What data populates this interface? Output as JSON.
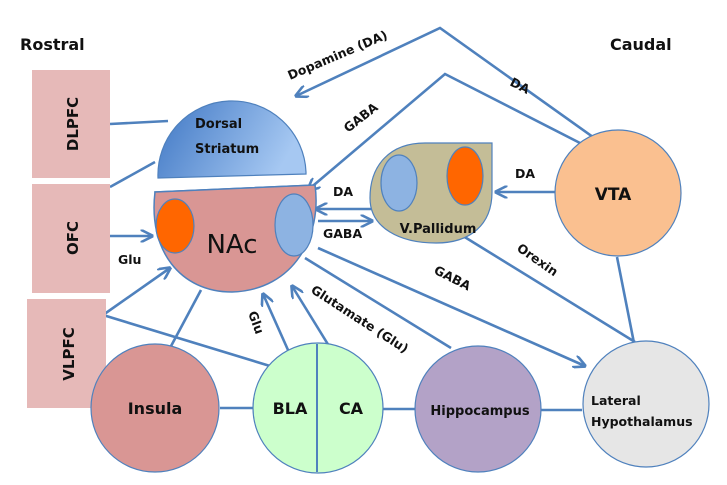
{
  "orientation": {
    "left": "Rostral",
    "right": "Caudal"
  },
  "colors": {
    "edge": "#4f81bd",
    "prefrontal": "#e6b9b8",
    "nac": "#d99694",
    "dopamine_subregion": "#ff6600",
    "gaba_subregion": "#8db3e2",
    "pallidum": "#c4bd97",
    "vta": "#fac090",
    "insula": "#d99694",
    "amygdala": "#ccffcc",
    "hippocampus": "#b3a2c7",
    "hypothalamus": "#e6e6e6"
  },
  "nodes": {
    "dlpfc": "DLPFC",
    "ofc": "OFC",
    "vlpfc": "VLPFC",
    "dorsal_striatum": [
      "Dorsal",
      "Striatum"
    ],
    "nac": "NAc",
    "v_pallidum": "V.Pallidum",
    "vta": "VTA",
    "insula": "Insula",
    "bla": "BLA",
    "ca": "CA",
    "hippocampus": "Hippocampus",
    "lateral_hypothalamus": [
      "Lateral",
      "Hypothalamus"
    ]
  },
  "edge_labels": {
    "dopamine_da": "Dopamine (DA)",
    "da_vta_nac": "DA",
    "gaba_nac_ds": "GABA",
    "da_vp_nac": "DA",
    "gaba_nac_vp": "GABA",
    "da_vta_vp": "DA",
    "glu_ofc": "Glu",
    "orexin": "Orexin",
    "gaba_nac_lh": "GABA",
    "glutamate": "Glutamate (Glu)",
    "glu_bla": "Glu"
  }
}
